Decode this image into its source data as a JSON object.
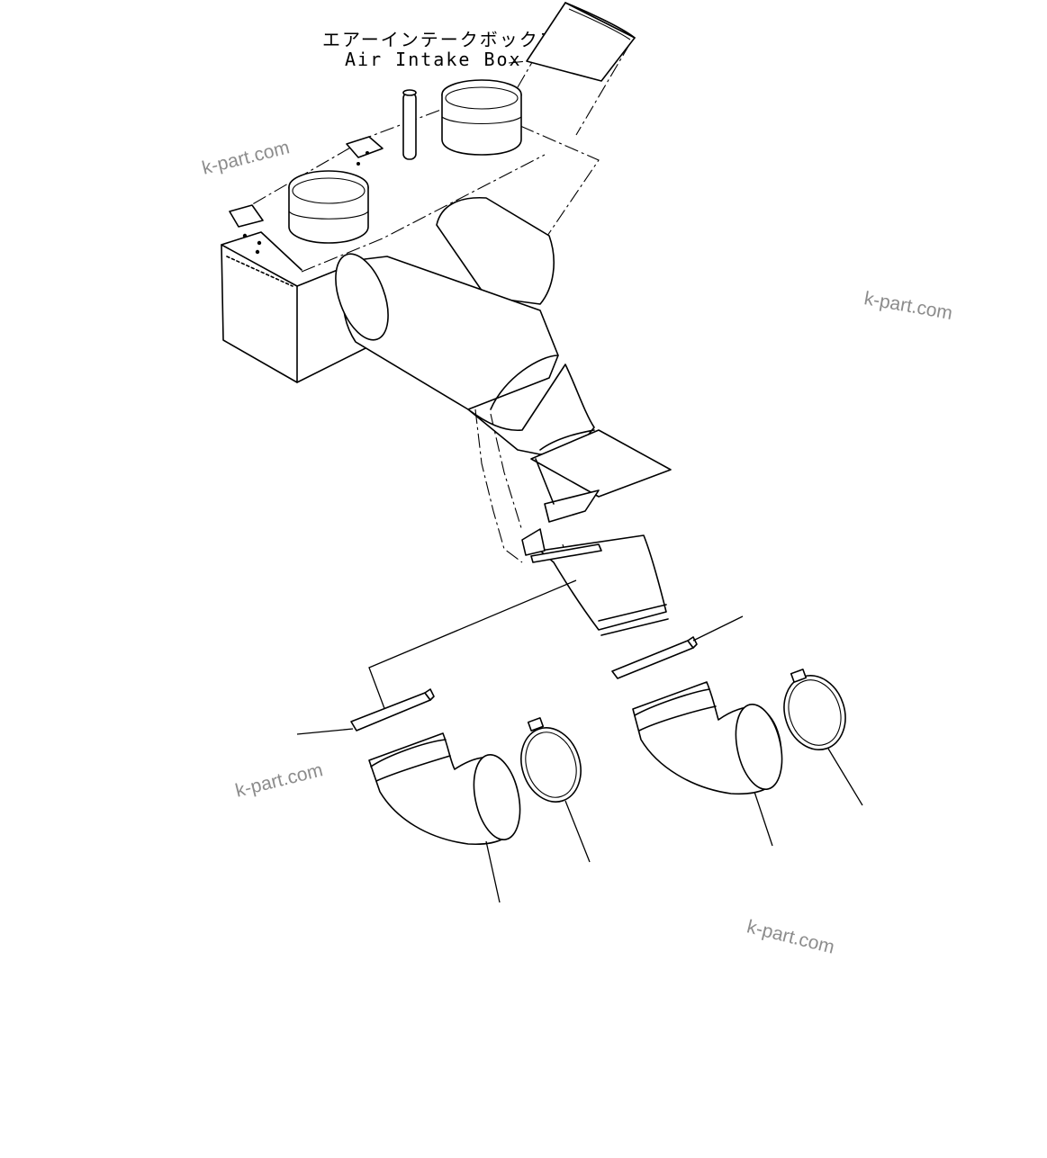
{
  "labels": {
    "jp": "エアーインテークボックス",
    "en": "Air Intake Box"
  },
  "watermarks": [
    "k-part.com",
    "k-part.com",
    "k-part.com",
    "k-part.com"
  ],
  "colors": {
    "line": "#000000",
    "watermark": "#8c8c8c",
    "background": "#ffffff"
  }
}
